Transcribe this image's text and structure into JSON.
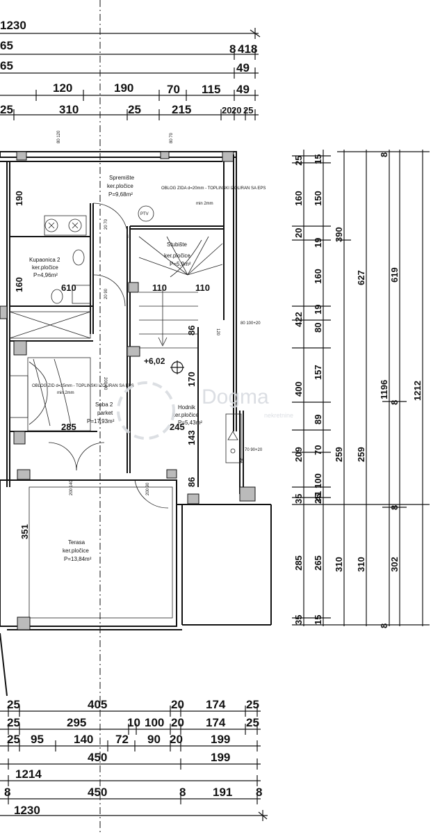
{
  "top_dimensions": [
    [
      "1230"
    ],
    [
      "65",
      "8",
      "418"
    ],
    [
      "65",
      "49"
    ],
    [
      "120",
      "190",
      "70",
      "115",
      "49"
    ],
    [
      "25",
      "310",
      "25",
      "215",
      "20",
      "20",
      "25"
    ]
  ],
  "right_dimensions": {
    "col1": [
      "25",
      "160",
      "20",
      "422",
      "400",
      "209",
      "35",
      "285",
      "35"
    ],
    "col2": [
      "15",
      "150",
      "19",
      "160",
      "19",
      "80",
      "157",
      "89",
      "70",
      "100",
      "41",
      "25",
      "265",
      "15"
    ],
    "col3": [
      "390",
      "259",
      "310"
    ],
    "col4": [
      "627",
      "259",
      "310"
    ],
    "col5": [
      "8",
      "1196",
      "8"
    ],
    "col6": [
      "619",
      "8",
      "302",
      "8"
    ],
    "col7": [
      "1212"
    ]
  },
  "bottom_dimensions": [
    [
      "25",
      "405",
      "20",
      "174",
      "25"
    ],
    [
      "25",
      "295",
      "10",
      "100",
      "20",
      "174",
      "25"
    ],
    [
      "25",
      "95",
      "140",
      "72",
      "90",
      "20",
      "199"
    ],
    [
      "450",
      "199"
    ],
    [
      "1214"
    ],
    [
      "8",
      "450",
      "8",
      "191",
      "8"
    ],
    [
      "1230"
    ]
  ],
  "rooms": {
    "spremiste": {
      "name": "Spremište",
      "floor": "ker.pločice",
      "area": "P=9,68m²"
    },
    "kupaonica": {
      "name": "Kupaonica 2",
      "floor": "ker.pločice",
      "area": "P=4,96m²"
    },
    "stubiste": {
      "name": "Stubište",
      "floor": "ker.pločice",
      "area": "P=5,9m²"
    },
    "soba": {
      "name": "Soba 2",
      "floor": "parket",
      "area": "P=17,93m²"
    },
    "hodnik": {
      "name": "Hodnik",
      "floor": "ker.pločice",
      "area": "P=5,43m²"
    },
    "terasa": {
      "name": "Terasa",
      "floor": "ker.pločice",
      "area": "P=13,84m²"
    }
  },
  "annotations": {
    "ptv": "PTV",
    "level": "+6,02",
    "note1": "OBLOG ZIDA d=20mm - TOPLINSKI IZOLIRAN SA EPS",
    "note2": "OBLOG ZID d=25mm - TOPLINSKI IZOLIRAN SA EPS",
    "min": "min 2mm"
  },
  "openings": [
    "80 120",
    "80 70",
    "20 70",
    "20 90",
    "200 90",
    "80 100+20",
    "70 90+20",
    "200 140",
    "200 90",
    "120",
    "30"
  ],
  "internal_dims": [
    "190",
    "160",
    "610",
    "110",
    "110",
    "86",
    "170",
    "245",
    "143",
    "86",
    "285",
    "351"
  ],
  "watermark": {
    "brand": "Dogma",
    "sub": "nekretnine"
  }
}
